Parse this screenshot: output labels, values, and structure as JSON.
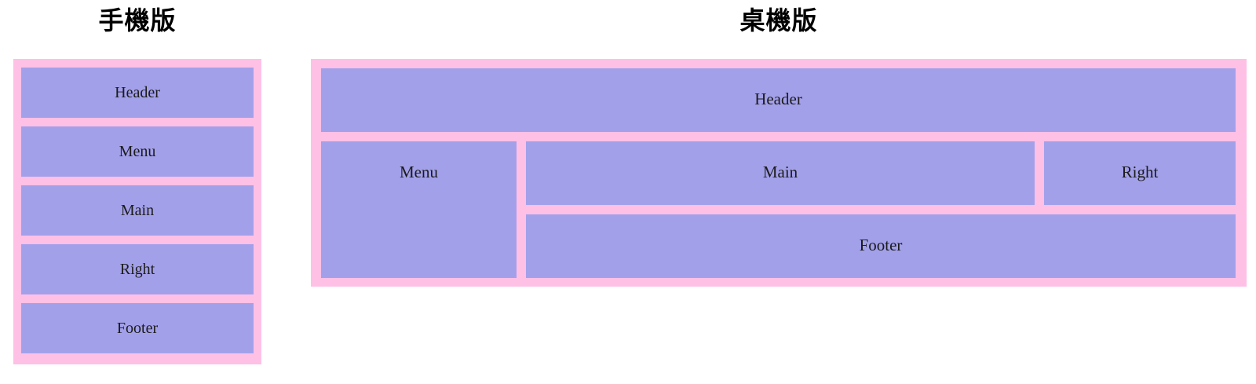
{
  "colors": {
    "container_pink": "#ffc0e6",
    "block_purple": "#a3a0ea",
    "title_text": "#000000",
    "block_text": "#1b1b1b",
    "page_bg": "#ffffff"
  },
  "mobile": {
    "title": "手機版",
    "blocks": [
      {
        "label": "Header"
      },
      {
        "label": "Menu"
      },
      {
        "label": "Main"
      },
      {
        "label": "Right"
      },
      {
        "label": "Footer"
      }
    ]
  },
  "desktop": {
    "title": "桌機版",
    "blocks": {
      "header": "Header",
      "menu": "Menu",
      "main": "Main",
      "right": "Right",
      "footer": "Footer"
    }
  }
}
